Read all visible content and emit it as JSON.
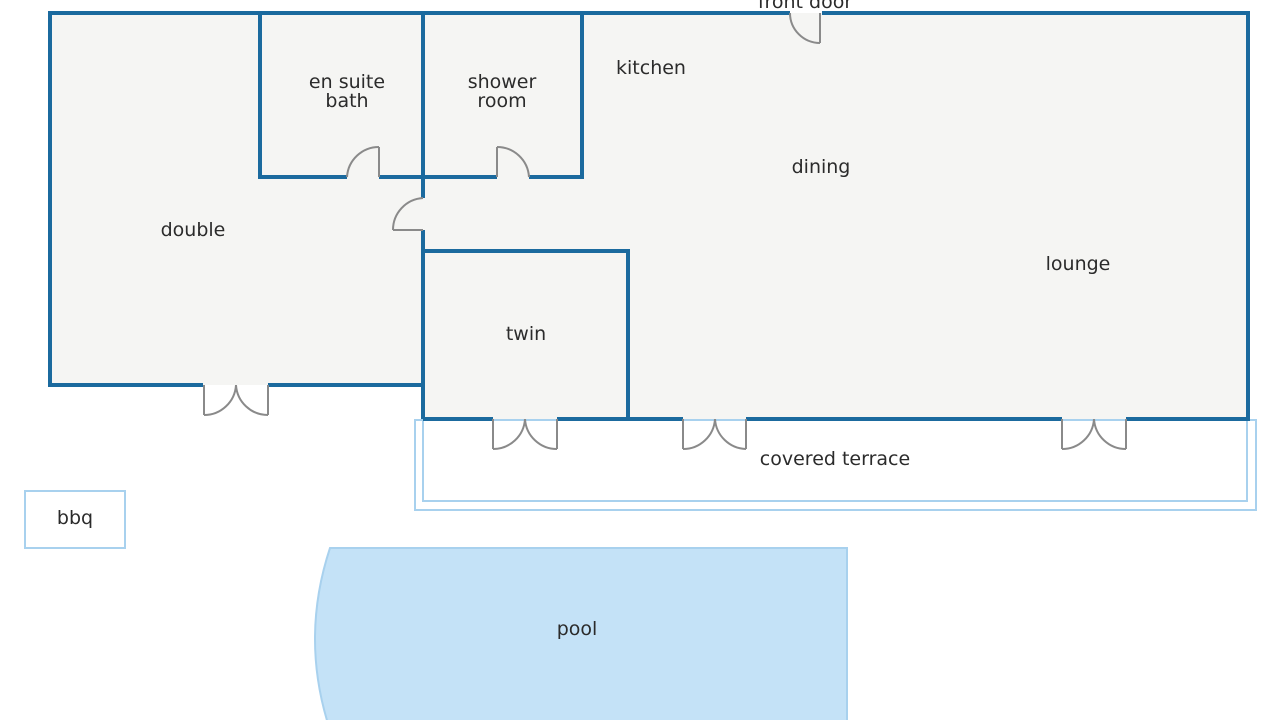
{
  "plan": {
    "rooms": {
      "front_door": "front door",
      "kitchen": "kitchen",
      "en_suite_line1": "en suite",
      "en_suite_line2": "bath",
      "shower_line1": "shower",
      "shower_line2": "room",
      "dining": "dining",
      "double": "double",
      "lounge": "lounge",
      "twin": "twin",
      "covered_terrace": "covered terrace",
      "bbq": "bbq",
      "pool": "pool"
    },
    "colors": {
      "wall": "#1b6a9e",
      "floor": "#f5f5f3",
      "door": "#8a8a8a",
      "terrace_outline": "#a8d1ee",
      "pool_fill": "#c4e2f7",
      "pool_outline": "#a8d1ee",
      "background": "#ffffff"
    }
  }
}
